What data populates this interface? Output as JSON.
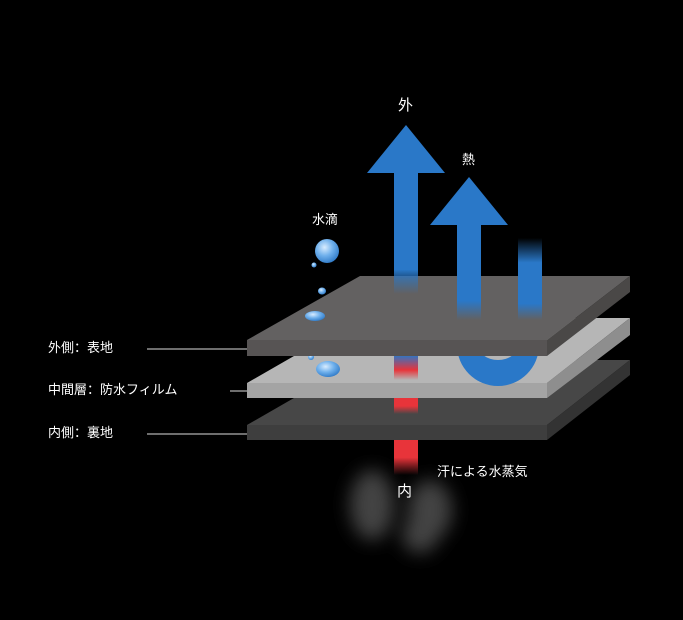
{
  "labels": {
    "outside": "外",
    "heat": "熱",
    "water_drops": "水滴",
    "inside": "内",
    "sweat_vapor": "汗による水蒸気"
  },
  "layers": [
    {
      "label": "外側：表地"
    },
    {
      "label": "中間層：防水フィルム"
    },
    {
      "label": "内側：裏地"
    }
  ],
  "colors": {
    "arrow_blue": "#2a78c8",
    "vapor_red": "#e8343a",
    "outer_layer": "#5f5d5d",
    "middle_layer": "#b4b4b4",
    "inner_layer": "#414141"
  }
}
